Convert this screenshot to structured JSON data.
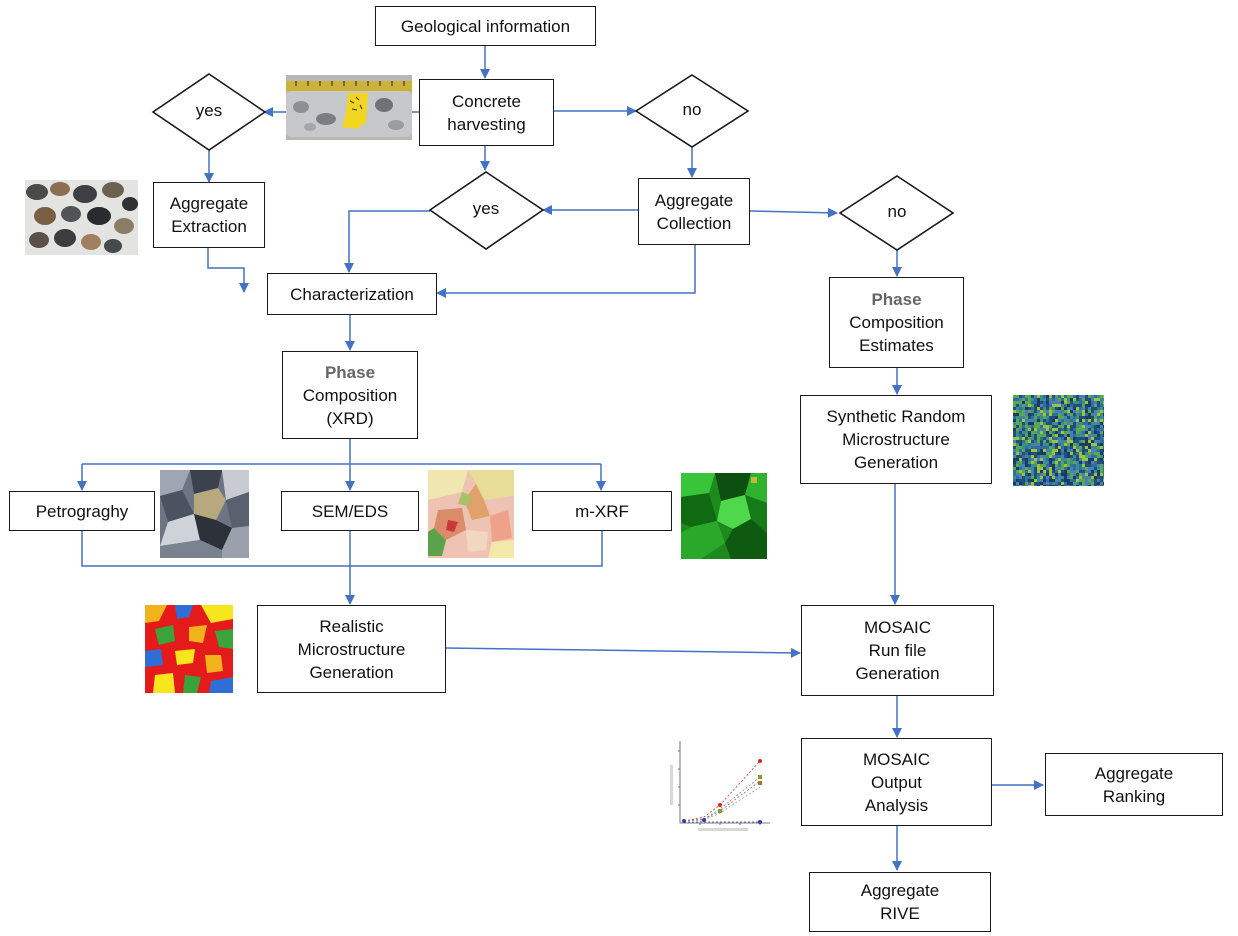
{
  "nodes": {
    "geological_info": "Geological information",
    "concrete_harvesting_1": "Concrete",
    "concrete_harvesting_2": "harvesting",
    "aggregate_extraction_1": "Aggregate",
    "aggregate_extraction_2": "Extraction",
    "aggregate_collection_1": "Aggregate",
    "aggregate_collection_2": "Collection",
    "characterization": "Characterization",
    "phase_comp_xrd_1": "Phase",
    "phase_comp_xrd_2": "Composition",
    "phase_comp_xrd_3": "(XRD)",
    "phase_comp_est_1": "Phase",
    "phase_comp_est_2": "Composition",
    "phase_comp_est_3": "Estimates",
    "synthetic_1": "Synthetic Random",
    "synthetic_2": "Microstructure",
    "synthetic_3": "Generation",
    "petrography": "Petrograghy",
    "sem_eds": "SEM/EDS",
    "m_xrf": "m-XRF",
    "realistic_1": "Realistic",
    "realistic_2": "Microstructure",
    "realistic_3": "Generation",
    "mosaic_run_1": "MOSAIC",
    "mosaic_run_2": "Run file",
    "mosaic_run_3": "Generation",
    "mosaic_out_1": "MOSAIC",
    "mosaic_out_2": "Output",
    "mosaic_out_3": "Analysis",
    "ranking_1": "Aggregate",
    "ranking_2": "Ranking",
    "rive_1": "Aggregate",
    "rive_2": "RIVE"
  },
  "decisions": {
    "yes_left": "yes",
    "no_right": "no",
    "yes_center": "yes",
    "no_far_right": "no"
  },
  "colors": {
    "arrow": "#4472c4",
    "box_border": "#1a1a1a",
    "phase_text": "#666666"
  }
}
